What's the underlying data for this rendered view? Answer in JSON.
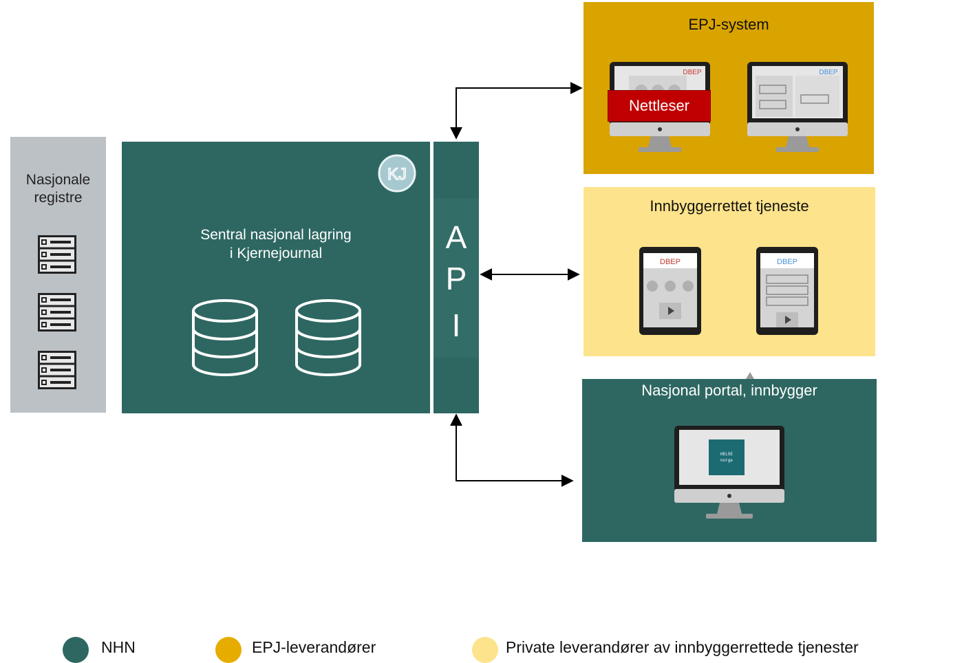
{
  "registre": {
    "title_line1": "Nasjonale",
    "title_line2": "registre"
  },
  "sentral": {
    "title_line1": "Sentral nasjonal lagring",
    "title_line2": "i Kjernejournal",
    "logo_text": "KJ"
  },
  "api": {
    "letters": [
      "A",
      "P",
      "I"
    ]
  },
  "epj": {
    "title": "EPJ-system",
    "badge": "Nettleser",
    "screen_label_1": "DBEP",
    "screen_label_2": "DBEP"
  },
  "innbygger": {
    "title": "Innbyggerrettet tjeneste",
    "tablet_label_1": "DBEP",
    "tablet_label_2": "DBEP"
  },
  "portal": {
    "title": "Nasjonal portal, innbygger",
    "logo_line1": "HELSE",
    "logo_line2": "norge"
  },
  "legend": [
    {
      "label": "NHN",
      "color": "#2e6761"
    },
    {
      "label": "EPJ-leverandører",
      "color": "#e6ac00"
    },
    {
      "label": "Private leverandører av innbyggerrettede tjenester",
      "color": "#fde38b"
    }
  ],
  "colors": {
    "nhn_green": "#2e6761",
    "epj_gold": "#d9a300",
    "innbygger_yellow": "#fde38b",
    "registre_grey": "#bcc1c6",
    "badge_red": "#c00000",
    "dbep_red": "#c0392b",
    "dbep_blue": "#4a90d9"
  }
}
